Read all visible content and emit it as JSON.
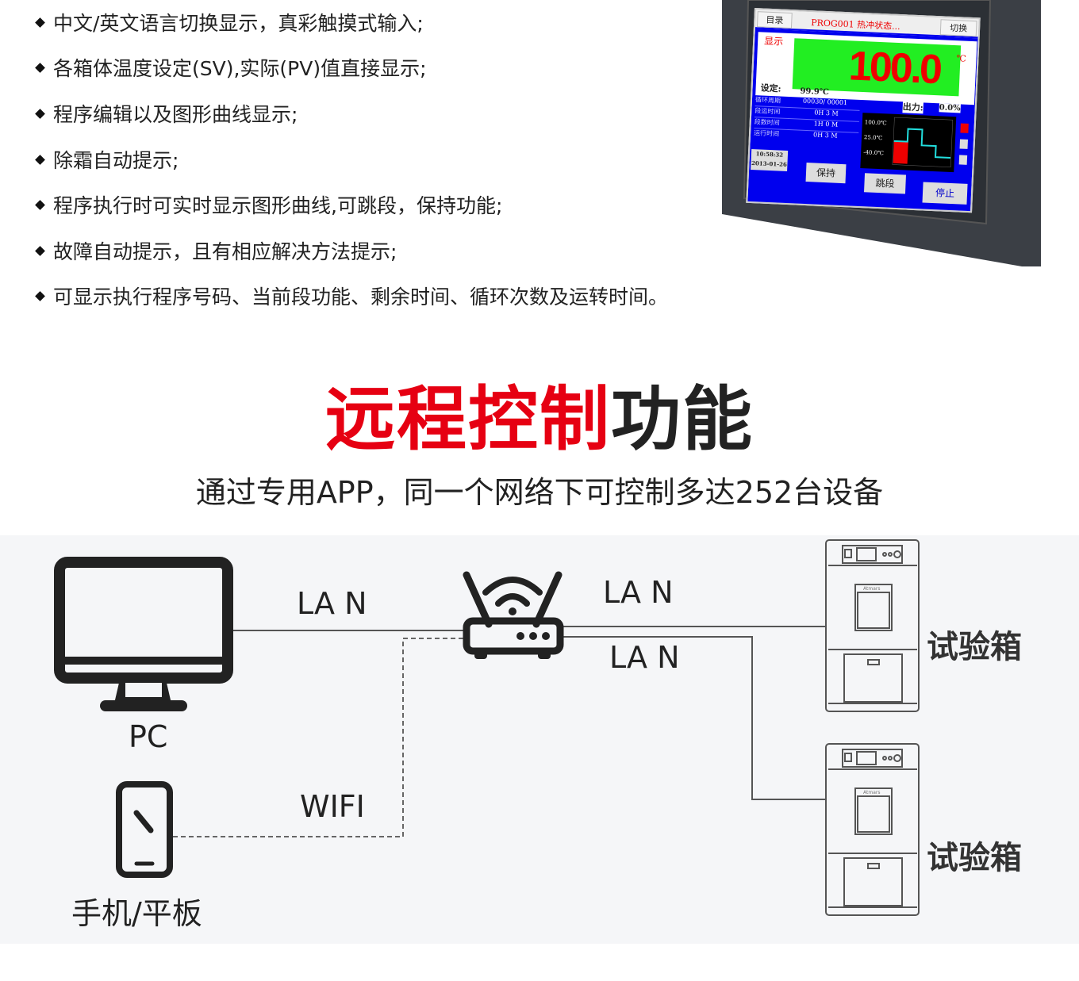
{
  "features": [
    "中文/英文语言切换显示，真彩触摸式输入;",
    "各箱体温度设定(SV),实际(PV)值直接显示;",
    "程序编辑以及图形曲线显示;",
    "除霜自动提示;",
    "程序执行时可实时显示图形曲线,可跳段，保持功能;",
    "故障自动提示，且有相应解决方法提示;",
    "可显示执行程序号码、当前段功能、剩余时间、循环次数及运转时间。"
  ],
  "hmi": {
    "menu_button": "目录",
    "program_status": "PROG001 热冲状态...",
    "switch_button": "切换",
    "display_label": "显示",
    "pv_value": "100.0",
    "pv_unit": "℃",
    "set_label": "设定:",
    "sv_value": "99.9℃",
    "output_label": "出力:",
    "output_value": "0.0%",
    "rows": [
      {
        "label": "循环周期",
        "value": "00030/ 00001"
      },
      {
        "label": "段运时间",
        "value": "0H 3 M"
      },
      {
        "label": "段数时间",
        "value": "1H 0 M"
      },
      {
        "label": "运行时间",
        "value": "0H 3 M"
      }
    ],
    "chart_ticks": [
      "100.0℃",
      "25.0℃",
      "-40.0℃"
    ],
    "time": "10:58:32",
    "date": "2013-01-26",
    "hold_button": "保持",
    "skip_button": "跳段",
    "stop_button": "停止"
  },
  "heading": {
    "red": "远程控制",
    "black": "功能"
  },
  "subtitle": "通过专用APP，同一个网络下可控制多达252台设备",
  "diagram": {
    "pc_label": "PC",
    "phone_label": "手机/平板",
    "lan_pc": "LA N",
    "lan_top": "LA N",
    "lan_bottom": "LA N",
    "wifi": "WIFI",
    "chamber_brand": "Atmars",
    "chamber1": "试验箱",
    "chamber2": "试验箱"
  },
  "colors": {
    "accent_red": "#e60012",
    "hmi_blue": "#0000ee",
    "hmi_green": "#22ee22"
  }
}
